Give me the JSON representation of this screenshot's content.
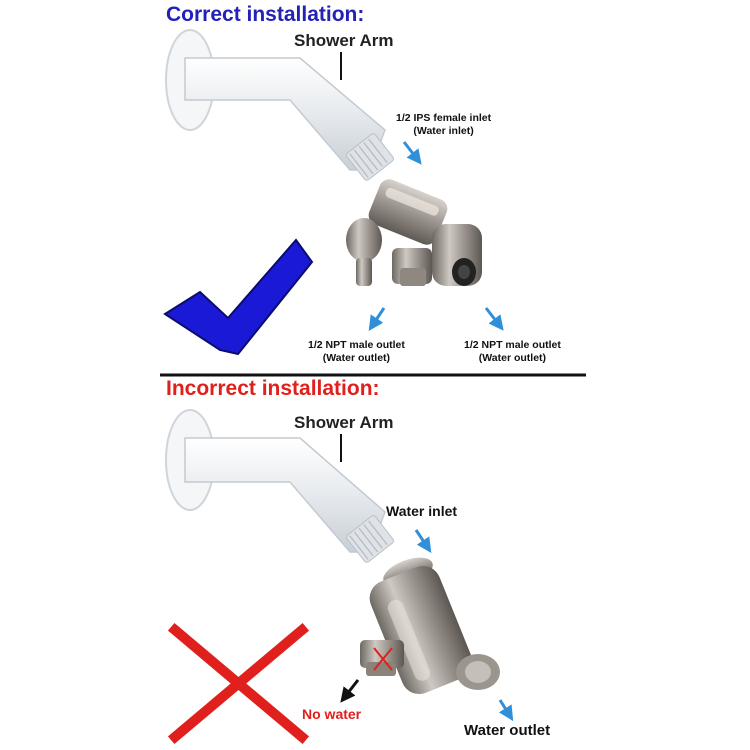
{
  "sections": {
    "correct": {
      "title": "Correct installation:",
      "arm_label": "Shower Arm",
      "inlet_line1": "1/2 IPS female inlet",
      "inlet_line2": "(Water inlet)",
      "outlet_left_line1": "1/2 NPT male outlet",
      "outlet_left_line2": "(Water outlet)",
      "outlet_right_line1": "1/2 NPT male outlet",
      "outlet_right_line2": "(Water outlet)",
      "mark_icon": "checkmark-icon",
      "mark_color": "#1a1ad6"
    },
    "incorrect": {
      "title": "Incorrect installation:",
      "arm_label": "Shower Arm",
      "inlet_label": "Water inlet",
      "no_water_label": "No water",
      "outlet_label": "Water outlet",
      "mark_icon": "cross-icon",
      "mark_color": "#e0201c"
    }
  },
  "colors": {
    "title_correct": "#2322b8",
    "title_incorrect": "#e0201c",
    "arrow_blue": "#2f8fd8",
    "divider": "#111111"
  }
}
